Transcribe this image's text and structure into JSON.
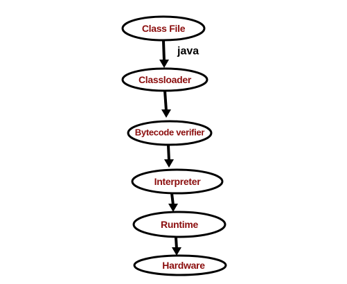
{
  "diagram": {
    "nodes": [
      {
        "id": "class-file",
        "label": "Class File"
      },
      {
        "id": "classloader",
        "label": "Classloader"
      },
      {
        "id": "bytecode-verifier",
        "label": "Bytecode verifier"
      },
      {
        "id": "interpreter",
        "label": "Interpreter"
      },
      {
        "id": "runtime",
        "label": "Runtime"
      },
      {
        "id": "hardware",
        "label": "Hardware"
      }
    ],
    "edges": [
      {
        "from": "class-file",
        "to": "classloader",
        "label": "java"
      },
      {
        "from": "classloader",
        "to": "bytecode-verifier",
        "label": ""
      },
      {
        "from": "bytecode-verifier",
        "to": "interpreter",
        "label": ""
      },
      {
        "from": "interpreter",
        "to": "runtime",
        "label": ""
      },
      {
        "from": "runtime",
        "to": "hardware",
        "label": ""
      }
    ],
    "colors": {
      "node_text": "#8b0d0d",
      "node_border": "#000000",
      "arrow": "#000000",
      "edge_label": "#000000"
    }
  }
}
